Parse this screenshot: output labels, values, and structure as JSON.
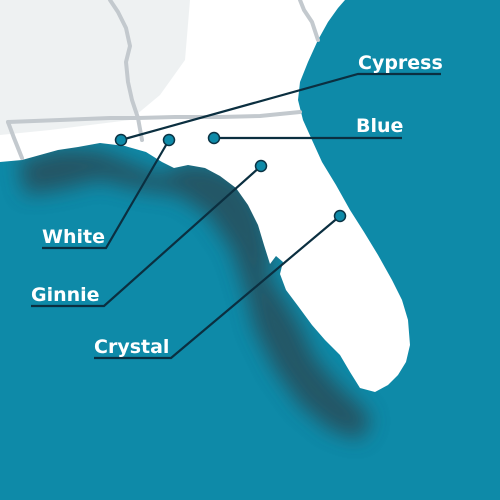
{
  "colors": {
    "ocean": "#0e8aa8",
    "land": "#ffffff",
    "land_shade": "#e8ebee",
    "border": "#c3c9ce",
    "marker": "#0e8aa8",
    "marker_stroke": "#0b3344",
    "leader": "#0b2f40",
    "label": "#ffffff"
  },
  "springs": [
    {
      "id": "cypress",
      "label": "Cypress"
    },
    {
      "id": "blue",
      "label": "Blue"
    },
    {
      "id": "white",
      "label": "White"
    },
    {
      "id": "ginnie",
      "label": "Ginnie"
    },
    {
      "id": "crystal",
      "label": "Crystal"
    }
  ]
}
